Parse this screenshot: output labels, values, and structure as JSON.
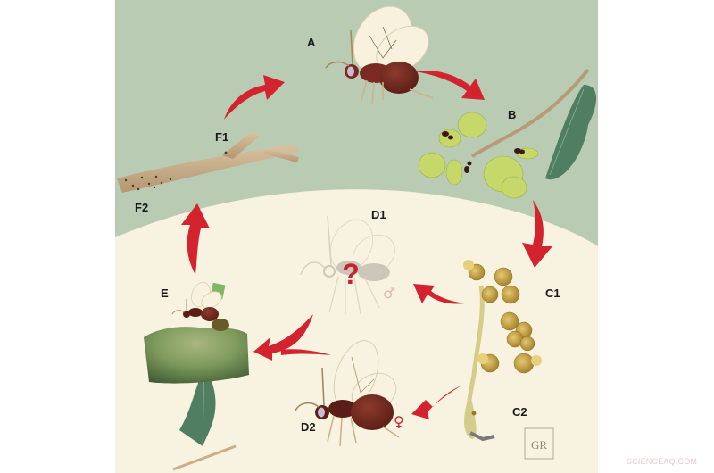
{
  "figure": {
    "description": "Life cycle of an oak gall wasp with alternating generations",
    "colors": {
      "background_top": "#b9cbb2",
      "background_bottom": "#f8f2e0",
      "arrow": "#d2232f",
      "wasp_body": "#7a2a22",
      "wasp_body_dark": "#5a1e16",
      "wing": "#f7f1de",
      "branch": "#c9ae8a",
      "catkin_gall": "#c9a84a",
      "leaf": "#4f7e62",
      "moss_gall": "#7d9a5c",
      "ghost_wasp": "#c9c3b6",
      "question_mark": "#c8242f"
    },
    "labels": {
      "A": "A",
      "B": "B",
      "C1": "C1",
      "C2": "C2",
      "D1": "D1",
      "D2": "D2",
      "E": "E",
      "F1": "F1",
      "F2": "F2"
    },
    "symbols": {
      "male": "♂",
      "female": "♀",
      "question": "?"
    },
    "stages": [
      {
        "id": "A",
        "content": "adult winged wasp"
      },
      {
        "id": "B",
        "content": "oak branch with flower galls and ants"
      },
      {
        "id": "C1",
        "content": "catkin galls"
      },
      {
        "id": "C2",
        "content": "catkin stem"
      },
      {
        "id": "D1",
        "content": "male wasp (unknown)"
      },
      {
        "id": "D2",
        "content": "female wasp"
      },
      {
        "id": "E",
        "content": "wasp on mossy gall with leaf"
      },
      {
        "id": "F1",
        "content": "dead twig"
      },
      {
        "id": "F2",
        "content": "twig with exit holes"
      }
    ],
    "signature": "GR"
  },
  "watermark": "SCIENCEAQ.COM"
}
